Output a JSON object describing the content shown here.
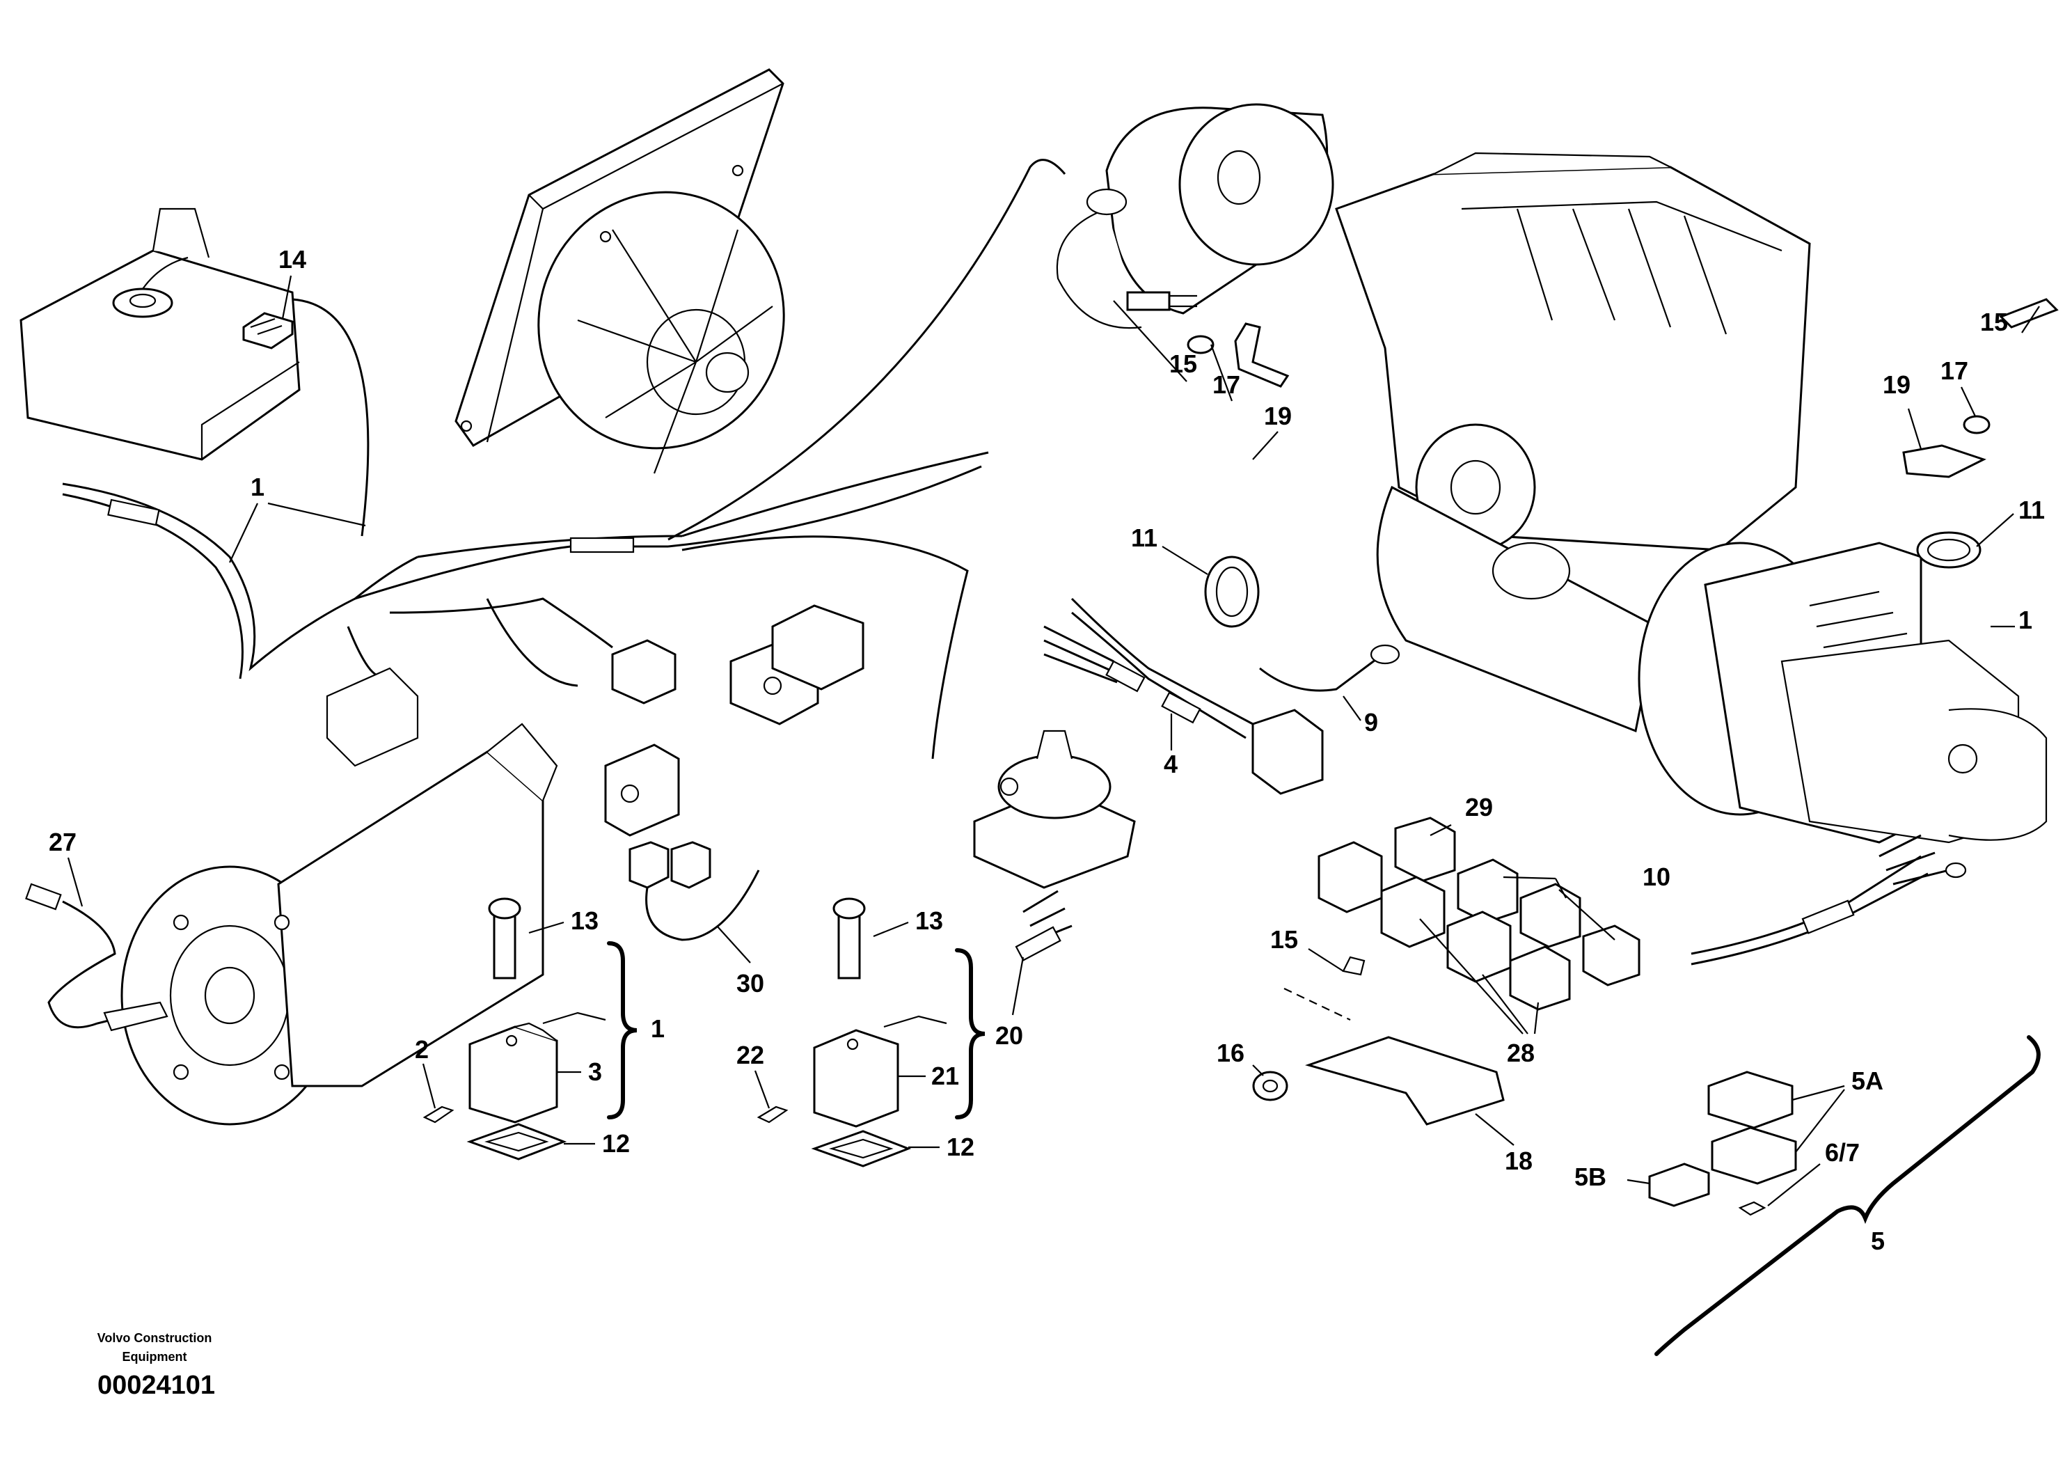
{
  "credit": {
    "line1": "Volvo Construction",
    "line2": "Equipment"
  },
  "document_number": "00024101",
  "callouts": [
    {
      "id": "c-1a",
      "text": "1"
    },
    {
      "id": "c-1b",
      "text": "1"
    },
    {
      "id": "c-1c",
      "text": "1"
    },
    {
      "id": "c-2",
      "text": "2"
    },
    {
      "id": "c-3",
      "text": "3"
    },
    {
      "id": "c-4",
      "text": "4"
    },
    {
      "id": "c-5",
      "text": "5"
    },
    {
      "id": "c-5a",
      "text": "5A"
    },
    {
      "id": "c-5b",
      "text": "5B"
    },
    {
      "id": "c-67",
      "text": "6/7"
    },
    {
      "id": "c-9",
      "text": "9"
    },
    {
      "id": "c-10",
      "text": "10"
    },
    {
      "id": "c-11a",
      "text": "11"
    },
    {
      "id": "c-11b",
      "text": "11"
    },
    {
      "id": "c-12a",
      "text": "12"
    },
    {
      "id": "c-12b",
      "text": "12"
    },
    {
      "id": "c-13a",
      "text": "13"
    },
    {
      "id": "c-13b",
      "text": "13"
    },
    {
      "id": "c-14",
      "text": "14"
    },
    {
      "id": "c-15a",
      "text": "15"
    },
    {
      "id": "c-15b",
      "text": "15"
    },
    {
      "id": "c-15c",
      "text": "15"
    },
    {
      "id": "c-16",
      "text": "16"
    },
    {
      "id": "c-17a",
      "text": "17"
    },
    {
      "id": "c-17b",
      "text": "17"
    },
    {
      "id": "c-18",
      "text": "18"
    },
    {
      "id": "c-19a",
      "text": "19"
    },
    {
      "id": "c-19b",
      "text": "19"
    },
    {
      "id": "c-20",
      "text": "20"
    },
    {
      "id": "c-21",
      "text": "21"
    },
    {
      "id": "c-22",
      "text": "22"
    },
    {
      "id": "c-27",
      "text": "27"
    },
    {
      "id": "c-28",
      "text": "28"
    },
    {
      "id": "c-29",
      "text": "29"
    },
    {
      "id": "c-30",
      "text": "30"
    }
  ]
}
